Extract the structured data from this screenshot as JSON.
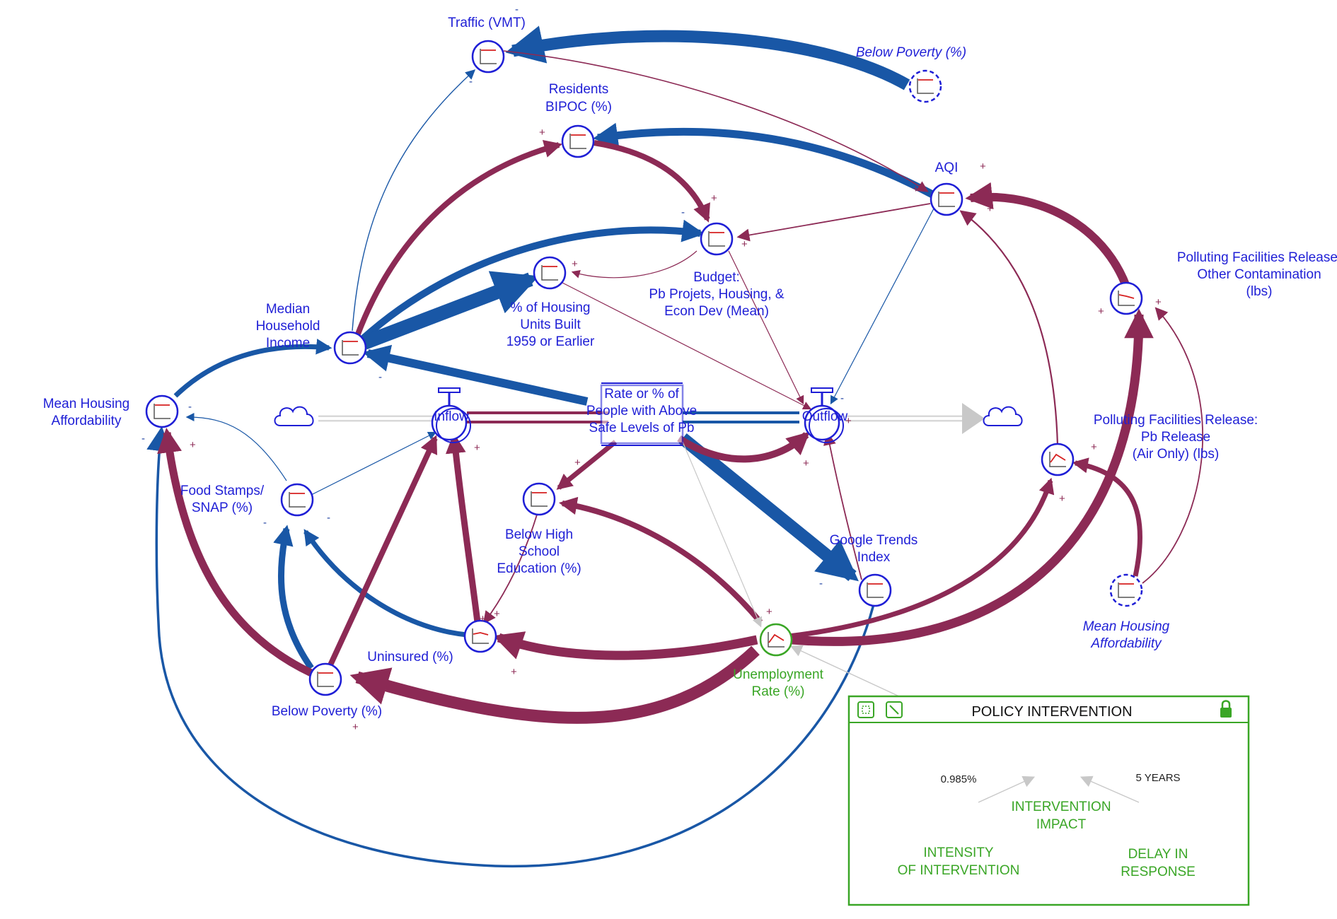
{
  "nodes": {
    "traffic": "Traffic (VMT)",
    "below_poverty_top": "Below Poverty (%)",
    "residents_bipoc": [
      "Residents",
      "BIPOC (%)"
    ],
    "aqi": "AQI",
    "budget": [
      "Budget:",
      "Pb Projets, Housing, &",
      "Econ Dev (Mean)"
    ],
    "housing_units": [
      "% of Housing",
      "Units Built",
      "1959 or Earlier"
    ],
    "median_income": [
      "Median",
      "Household",
      "Income"
    ],
    "mean_housing_left": [
      "Mean Housing",
      "Affordability"
    ],
    "polluting_other": [
      "Polluting Facilities Release:",
      "Other Contamination",
      "(lbs)"
    ],
    "polluting_air": [
      "Polluting Facilities Release:",
      "Pb Release",
      "(Air Only) (lbs)"
    ],
    "mean_housing_right": [
      "Mean Housing",
      "Affordability"
    ],
    "food_stamps": [
      "Food Stamps/",
      "SNAP (%)"
    ],
    "below_high_school": [
      "Below High",
      "School",
      "Education (%)"
    ],
    "google_trends": [
      "Google Trends",
      "Index"
    ],
    "uninsured": "Uninsured (%)",
    "below_poverty_bottom": "Below Poverty (%)",
    "unemployment": [
      "Unemployment",
      "Rate (%)"
    ],
    "inflow": "Inflow",
    "outflow": "Outflow",
    "stock": [
      "Rate or % of",
      "People with Above",
      "Safe Levels of Pb"
    ]
  },
  "panel": {
    "title": "POLICY INTERVENTION",
    "intervention_impact": [
      "INTERVENTION",
      "IMPACT"
    ],
    "intensity": [
      "INTENSITY",
      "OF INTERVENTION"
    ],
    "intensity_value": "0.985%",
    "delay": [
      "DELAY IN",
      "RESPONSE"
    ],
    "delay_value": "5 YEARS"
  },
  "signs": {
    "plus": "+",
    "minus": "-"
  },
  "colors": {
    "positive_link": "#8c2a55",
    "negative_link": "#1957a6",
    "node_blue": "#1f1fd6",
    "panel_green": "#3aa626",
    "sparkline_red": "#d62020",
    "sink_arrow": "#c8c8c8"
  }
}
